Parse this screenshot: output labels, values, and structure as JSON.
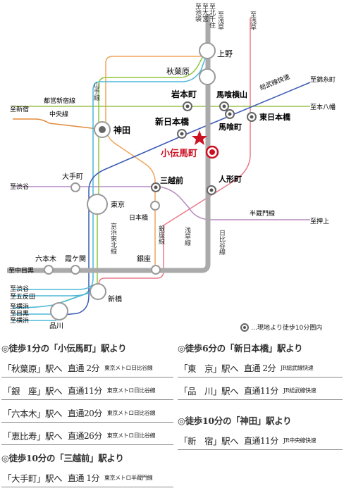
{
  "map": {
    "labels": {
      "ueno": "上野",
      "akihabara": "秋葉原",
      "iwamotocho": "岩本町",
      "bakuroyokoyama": "馬喰横山",
      "bakurocho": "馬喰町",
      "higashinihombashi": "東日本橋",
      "shinnihombashi": "新日本橋",
      "kodemmacho": "小伝馬町",
      "kanda": "神田",
      "otemachi": "大手町",
      "mitsukoshimae": "三越前",
      "ningyocho": "人形町",
      "tokyo": "東京",
      "nihombashi": "日本橋",
      "roppongi": "六本木",
      "kasumigaseki": "霞ケ関",
      "ginza": "銀座",
      "shimbashi": "新橋",
      "shinagawa": "品川",
      "to_kita_senju": "至北千住",
      "to_omiya": "至大宮",
      "to_ikebukuro": "至池袋",
      "to_asakusa_1": "至浅草",
      "to_asakusa_2": "至浅草",
      "to_kinshicho": "至錦糸町",
      "to_motoyawata": "至本八幡",
      "to_shinjuku": "至新宿",
      "to_shibuya_1": "至渋谷",
      "to_oshiage": "至押上",
      "to_nakameguro": "至中目黒",
      "to_shibuya_2": "至渋谷",
      "to_gotanda": "至五反田",
      "to_yokohama_1": "至横浜",
      "to_meguro": "至目黒",
      "to_yokohama_2": "至横浜",
      "line_sobu_rapid": "総武線快速",
      "line_toei_shinjuku": "都営新宿線",
      "line_chuo": "中央線",
      "line_yamanote": "山手線",
      "line_keihin_tohoku": "京浜東北線",
      "line_ginza": "銀座線",
      "line_asakusa": "浅草線",
      "line_hibiya": "日比谷線",
      "line_hanzomon": "半蔵門線"
    },
    "colors": {
      "hibiya": "#aaaaaa",
      "sobu_rapid": "#3b5bb5",
      "toei_shinjuku": "#9cc24a",
      "chuo": "#e38b3a",
      "yamanote": "#8ec63f",
      "keihin_tohoku": "#4bb7d9",
      "ginza": "#f0a55a",
      "asakusa": "#e97a8a",
      "hanzomon": "#b68ac0",
      "highlight": "#cc1122"
    }
  },
  "legend": "…現地より徒歩10分圏内",
  "sections": {
    "kodemmacho": {
      "title": "◎徒歩1分の「小伝馬町」駅より",
      "rows": [
        {
          "station": "「秋葉原」駅へ",
          "time": "直通 2分",
          "line": "東京メトロ日比谷線"
        },
        {
          "station": "「銀　座」駅へ",
          "time": "直通11分",
          "line": "東京メトロ日比谷線"
        },
        {
          "station": "「六本木」駅へ",
          "time": "直通20分",
          "line": "東京メトロ日比谷線"
        },
        {
          "station": "「恵比寿」駅へ",
          "time": "直通26分",
          "line": "東京メトロ日比谷線"
        }
      ]
    },
    "mitsukoshimae": {
      "title": "◎徒歩10分の「三越前」駅より",
      "rows": [
        {
          "station": "「大手町」駅へ",
          "time": "直通 1分",
          "line": "東京メトロ半蔵門線"
        }
      ]
    },
    "shinnihombashi": {
      "title": "◎徒歩6分の「新日本橋」駅より",
      "rows": [
        {
          "station": "「東　京」駅へ",
          "time": "直通 2分",
          "line": "JR総武線快速"
        },
        {
          "station": "「品　川」駅へ",
          "time": "直通11分",
          "line": "JR総武線快速"
        }
      ]
    },
    "kanda": {
      "title": "◎徒歩10分の「神田」駅より",
      "rows": [
        {
          "station": "「新　宿」駅へ",
          "time": "直通11分",
          "line": "JR中央線快速"
        }
      ]
    }
  }
}
